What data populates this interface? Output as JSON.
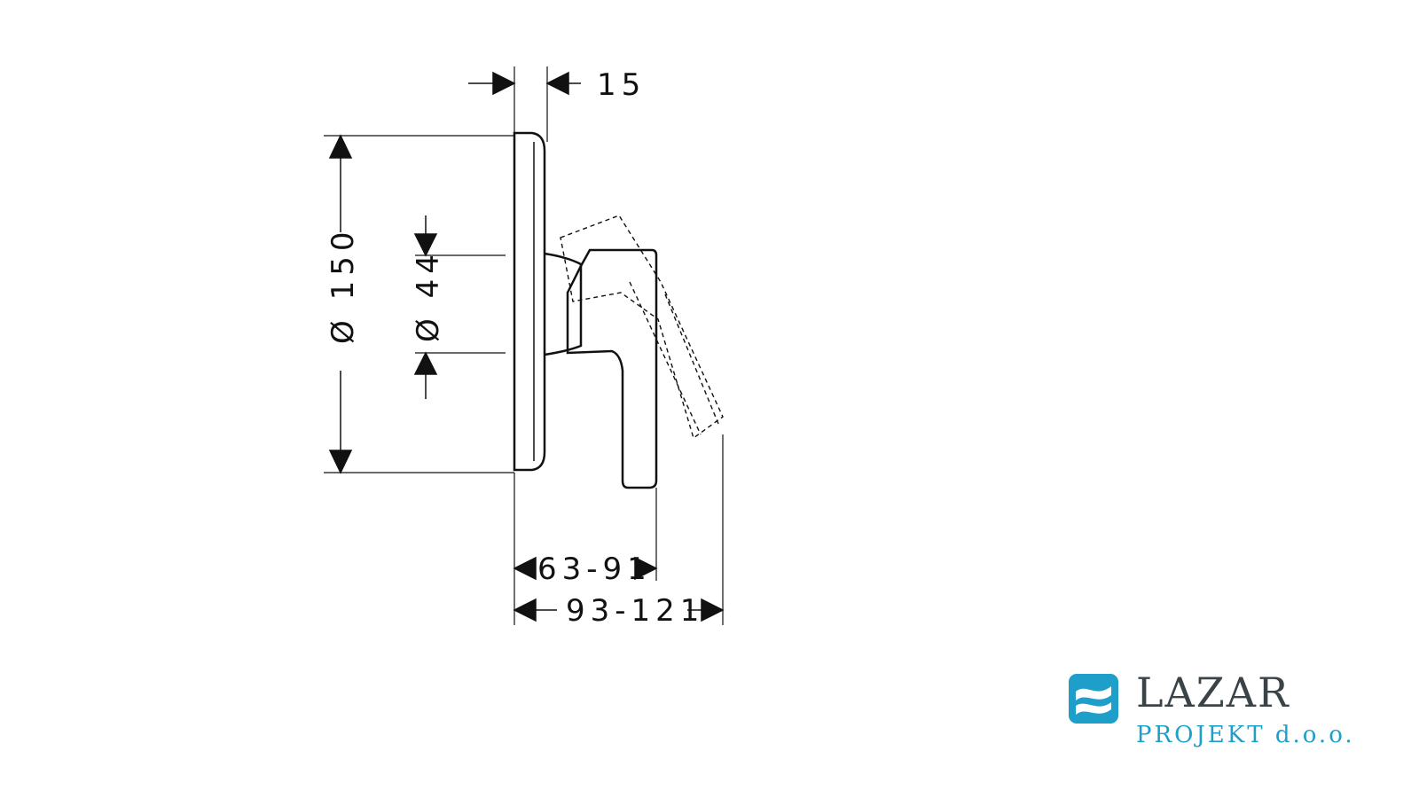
{
  "dimensions": {
    "panel_depth": "15",
    "rosette_diameter": "Ø 150",
    "spindle_diameter": "Ø 44",
    "handle_projection": "63-91",
    "handle_projection_max": "93-121"
  },
  "logo": {
    "name": "LAZAR",
    "sub": "PROJEKT d.o.o.",
    "accent_color": "#1d9fc9",
    "text_color": "#3a4348"
  }
}
